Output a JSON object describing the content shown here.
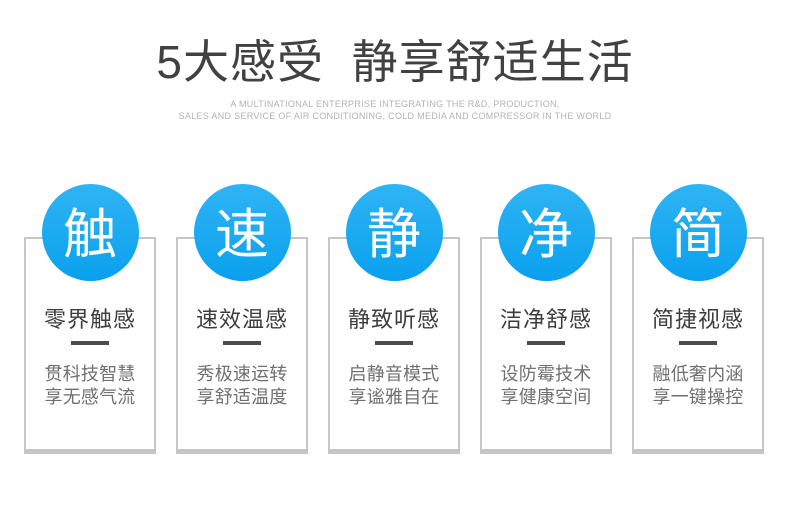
{
  "header": {
    "title": "5大感受  静享舒适生活",
    "subtitle_lines": [
      "A MULTINATIONAL ENTERPRISE INTEGRATING THE R&D, PRODUCTION,",
      "SALES AND SERVICE OF AIR CONDITIONING, COLD MEDIA AND COMPRESSOR IN THE WORLD"
    ]
  },
  "colors": {
    "badge_blue_light": "#2fb4f4",
    "badge_blue_dark": "#0aa0ee",
    "card_border_gray": "#c6c6c6",
    "title_dark": "#414141",
    "card_title_dark": "#3d3d3d",
    "divider_dark": "#4d4d4d",
    "body_gray": "#707070",
    "subtitle_gray": "#b3b3b3"
  },
  "cards": [
    {
      "badge": "触",
      "title": "零界触感",
      "line1": "贯科技智慧",
      "line2": "享无感气流"
    },
    {
      "badge": "速",
      "title": "速效温感",
      "line1": "秀极速运转",
      "line2": "享舒适温度"
    },
    {
      "badge": "静",
      "title": "静致听感",
      "line1": "启静音模式",
      "line2": "享谧雅自在"
    },
    {
      "badge": "净",
      "title": "洁净舒感",
      "line1": "设防霉技术",
      "line2": "享健康空间"
    },
    {
      "badge": "简",
      "title": "简捷视感",
      "line1": "融低奢内涵",
      "line2": "享一键操控"
    }
  ]
}
